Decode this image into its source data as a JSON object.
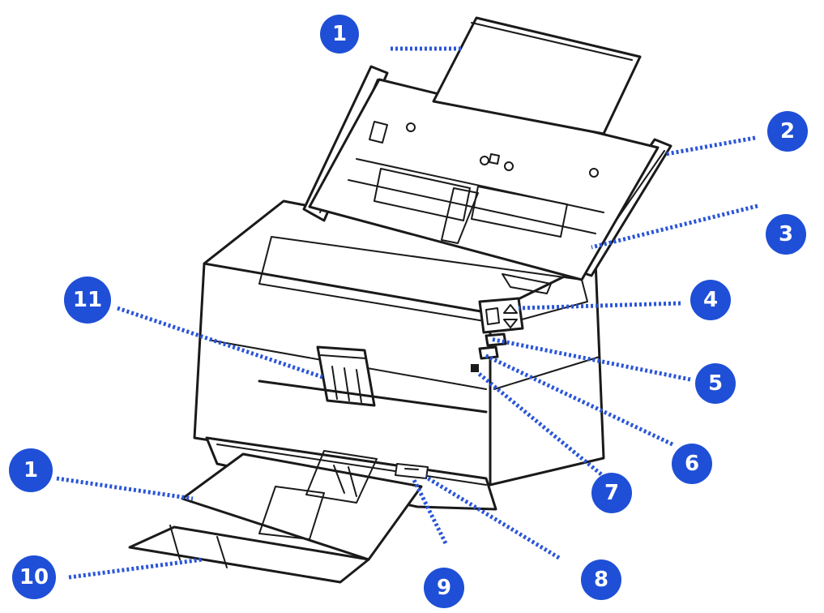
{
  "colors": {
    "callout": "#1f4fd6",
    "leader": "#2a55d8",
    "outline": "#1a1a1a"
  },
  "callouts": [
    {
      "label": "1"
    },
    {
      "label": "2"
    },
    {
      "label": "3"
    },
    {
      "label": "4"
    },
    {
      "label": "5"
    },
    {
      "label": "6"
    },
    {
      "label": "7"
    },
    {
      "label": "8"
    },
    {
      "label": "9"
    },
    {
      "label": "10"
    },
    {
      "label": "1"
    },
    {
      "label": "11"
    }
  ]
}
